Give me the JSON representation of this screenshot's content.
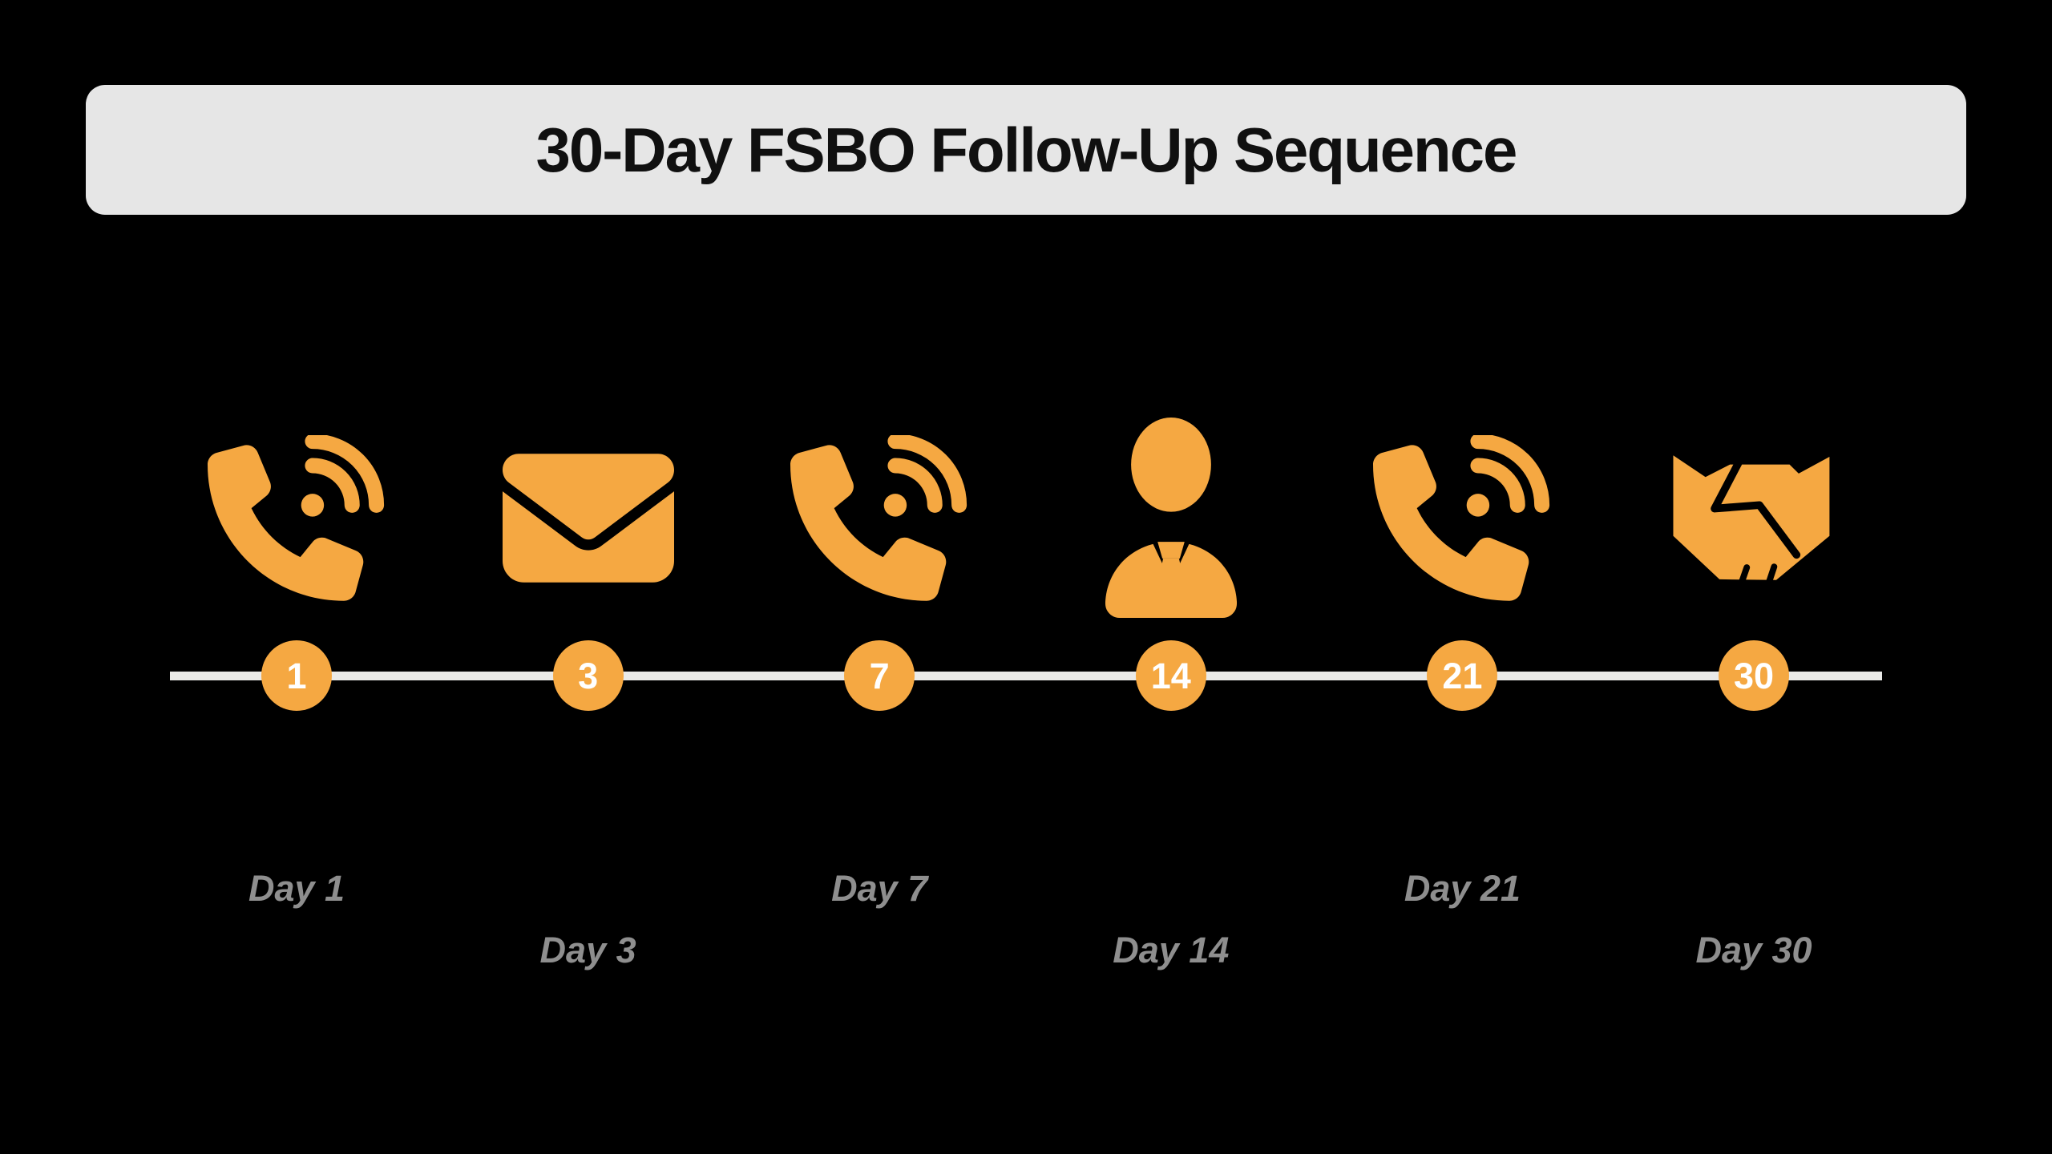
{
  "header": {
    "title": "30-Day FSBO Follow-Up Sequence"
  },
  "timeline": {
    "items": [
      {
        "day": "1",
        "label": "Day 1",
        "icon": "phone-call-icon"
      },
      {
        "day": "3",
        "label": "Day 3",
        "icon": "envelope-icon"
      },
      {
        "day": "7",
        "label": "Day 7",
        "icon": "phone-call-icon"
      },
      {
        "day": "14",
        "label": "Day 14",
        "icon": "businessman-icon"
      },
      {
        "day": "21",
        "label": "Day 21",
        "icon": "phone-call-icon"
      },
      {
        "day": "30",
        "label": "Day 30",
        "icon": "handshake-icon"
      }
    ]
  },
  "colors": {
    "background": "#000000",
    "accent": "#F5A842",
    "header_bg": "#E6E6E6",
    "title_text": "#101010",
    "line": "#EAEAE8",
    "day_label": "#8E8E8E",
    "number_text": "#FFFFFF"
  }
}
